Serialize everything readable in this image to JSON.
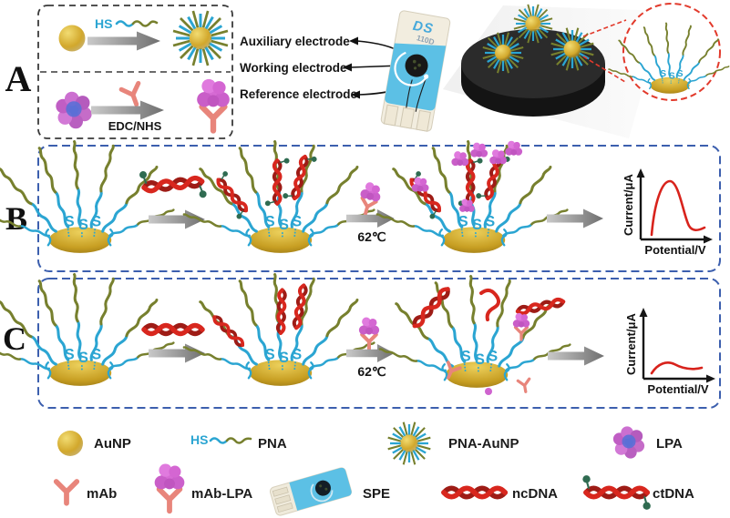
{
  "labels": {
    "sulfur": "S"
  },
  "panels": {
    "a": {
      "label": "A",
      "hs": "HS",
      "edc": "EDC/NHS",
      "electrodes": [
        "Auxiliary electrode",
        "Working electrode",
        "Reference electrode"
      ],
      "device": {
        "brand": "DS",
        "model": "110D"
      }
    },
    "b": {
      "label": "B",
      "temp": "62℃",
      "graph": {
        "y_label": "Current/μA",
        "x_label": "Potential/V",
        "curve": "sharp-peak"
      }
    },
    "c": {
      "label": "C",
      "temp": "62℃",
      "graph": {
        "y_label": "Current/μA",
        "x_label": "Potential/V",
        "curve": "low-flat-bump"
      }
    }
  },
  "legend": {
    "pna_prefix": "HS",
    "items": [
      {
        "label": "AuNP"
      },
      {
        "label": "PNA"
      },
      {
        "label": "PNA-AuNP"
      },
      {
        "label": "LPA"
      },
      {
        "label": "mAb"
      },
      {
        "label": "mAb-LPA"
      },
      {
        "label": "SPE"
      },
      {
        "label": "ncDNA"
      },
      {
        "label": "ctDNA"
      }
    ]
  },
  "colors": {
    "gold": "#c79e22",
    "pna_cyan": "#2ba5d2",
    "pna_olive": "#77802e",
    "dna_red": "#d8271e",
    "biotin_green": "#2f6b51",
    "antibody_pink": "#e8857b",
    "lpa_blue": "#5b6fd6",
    "lpa_purple": "#c56cc8",
    "mablpa_magenta": "#d66bd4",
    "arrow_gray": "#8c8c8c",
    "panel_box_blue": "#3c5fae",
    "panel_box_dark": "#3a3a3a",
    "zoom_circle_red": "#e23a2c",
    "spe_blue": "#5cc0e5"
  }
}
